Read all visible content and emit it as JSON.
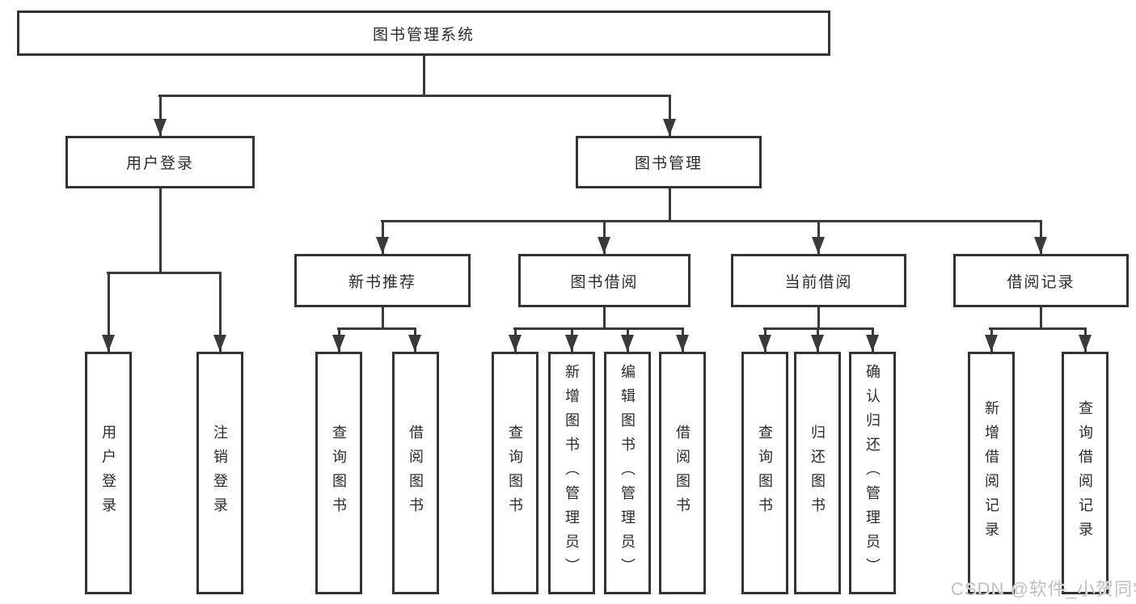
{
  "diagram": {
    "title": "图书管理系统",
    "tree": {
      "label": "图书管理系统",
      "children": [
        {
          "label": "用户登录",
          "children": [
            {
              "label": "用户登录"
            },
            {
              "label": "注销登录"
            }
          ]
        },
        {
          "label": "图书管理",
          "children": [
            {
              "label": "新书推荐",
              "children": [
                {
                  "label": "查询图书"
                },
                {
                  "label": "借阅图书"
                }
              ]
            },
            {
              "label": "图书借阅",
              "children": [
                {
                  "label": "查询图书"
                },
                {
                  "label": "新增图书（管理员）"
                },
                {
                  "label": "编辑图书（管理员）"
                },
                {
                  "label": "借阅图书"
                }
              ]
            },
            {
              "label": "当前借阅",
              "children": [
                {
                  "label": "查询图书"
                },
                {
                  "label": "归还图书"
                },
                {
                  "label": "确认归还（管理员）"
                }
              ]
            },
            {
              "label": "借阅记录",
              "children": [
                {
                  "label": "新增借阅记录"
                },
                {
                  "label": "查询借阅记录"
                }
              ]
            }
          ]
        }
      ]
    },
    "colors": {
      "line": "#3a3a3a",
      "box_border": "#333333",
      "box_fill": "#ffffff",
      "text": "#2b2b2b",
      "watermark": "#c2bfbf"
    }
  },
  "watermark": {
    "text": "CSDN @软件_小贺同学"
  }
}
